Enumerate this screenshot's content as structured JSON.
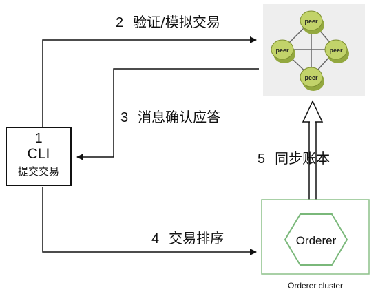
{
  "steps": {
    "s1": {
      "num": "1",
      "name": "CLI",
      "text": "提交交易"
    },
    "s2": {
      "num": "2",
      "text": "验证/模拟交易"
    },
    "s3": {
      "num": "3",
      "text": "消息确认应答"
    },
    "s4": {
      "num": "4",
      "text": "交易排序"
    },
    "s5": {
      "num": "5",
      "text": "同步账本"
    }
  },
  "peer_label": "peer",
  "orderer": {
    "label": "Orderer",
    "caption": "Orderer cluster"
  },
  "colors": {
    "line": "#111111",
    "peer_fill": "#c2d36a",
    "peer_fill_dark": "#93a83f",
    "peer_stroke": "#7d8f2f",
    "cluster_border": "#8cc088",
    "hexagon": "#7ab87a"
  }
}
